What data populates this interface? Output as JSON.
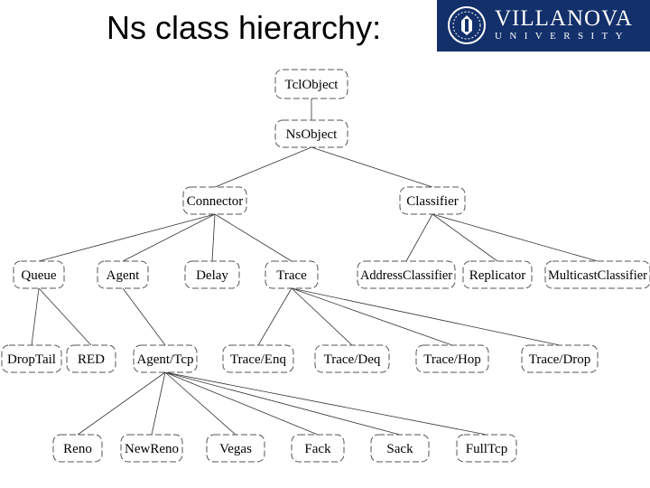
{
  "title": "Ns class hierarchy:",
  "logo": {
    "name": "VILLANOVA",
    "sub": "UNIVERSITY",
    "background": "#13306b",
    "icon": "seal-icon"
  },
  "hierarchy": {
    "nodes": [
      {
        "id": "tclobject",
        "label": "TclObject"
      },
      {
        "id": "nsobject",
        "label": "NsObject"
      },
      {
        "id": "connector",
        "label": "Connector"
      },
      {
        "id": "classifier",
        "label": "Classifier"
      },
      {
        "id": "queue",
        "label": "Queue"
      },
      {
        "id": "agent",
        "label": "Agent"
      },
      {
        "id": "delay",
        "label": "Delay"
      },
      {
        "id": "trace",
        "label": "Trace"
      },
      {
        "id": "addressclassifier",
        "label": "AddressClassifier"
      },
      {
        "id": "replicator",
        "label": "Replicator"
      },
      {
        "id": "multicastclassifier",
        "label": "MulticastClassifier"
      },
      {
        "id": "droptail",
        "label": "DropTail"
      },
      {
        "id": "red",
        "label": "RED"
      },
      {
        "id": "agenttcp",
        "label": "Agent/Tcp"
      },
      {
        "id": "traceenq",
        "label": "Trace/Enq"
      },
      {
        "id": "tracedeq",
        "label": "Trace/Deq"
      },
      {
        "id": "tracehop",
        "label": "Trace/Hop"
      },
      {
        "id": "tracedrop",
        "label": "Trace/Drop"
      },
      {
        "id": "reno",
        "label": "Reno"
      },
      {
        "id": "newreno",
        "label": "NewReno"
      },
      {
        "id": "vegas",
        "label": "Vegas"
      },
      {
        "id": "fack",
        "label": "Fack"
      },
      {
        "id": "sack",
        "label": "Sack"
      },
      {
        "id": "fulltcp",
        "label": "FullTcp"
      }
    ],
    "edges": [
      [
        "tclobject",
        "nsobject"
      ],
      [
        "nsobject",
        "connector"
      ],
      [
        "nsobject",
        "classifier"
      ],
      [
        "connector",
        "queue"
      ],
      [
        "connector",
        "agent"
      ],
      [
        "connector",
        "delay"
      ],
      [
        "connector",
        "trace"
      ],
      [
        "classifier",
        "addressclassifier"
      ],
      [
        "classifier",
        "replicator"
      ],
      [
        "classifier",
        "multicastclassifier"
      ],
      [
        "queue",
        "droptail"
      ],
      [
        "queue",
        "red"
      ],
      [
        "agent",
        "agenttcp"
      ],
      [
        "trace",
        "traceenq"
      ],
      [
        "trace",
        "tracedeq"
      ],
      [
        "trace",
        "tracehop"
      ],
      [
        "trace",
        "tracedrop"
      ],
      [
        "agenttcp",
        "reno"
      ],
      [
        "agenttcp",
        "newreno"
      ],
      [
        "agenttcp",
        "vegas"
      ],
      [
        "agenttcp",
        "fack"
      ],
      [
        "agenttcp",
        "sack"
      ],
      [
        "agenttcp",
        "fulltcp"
      ]
    ]
  }
}
